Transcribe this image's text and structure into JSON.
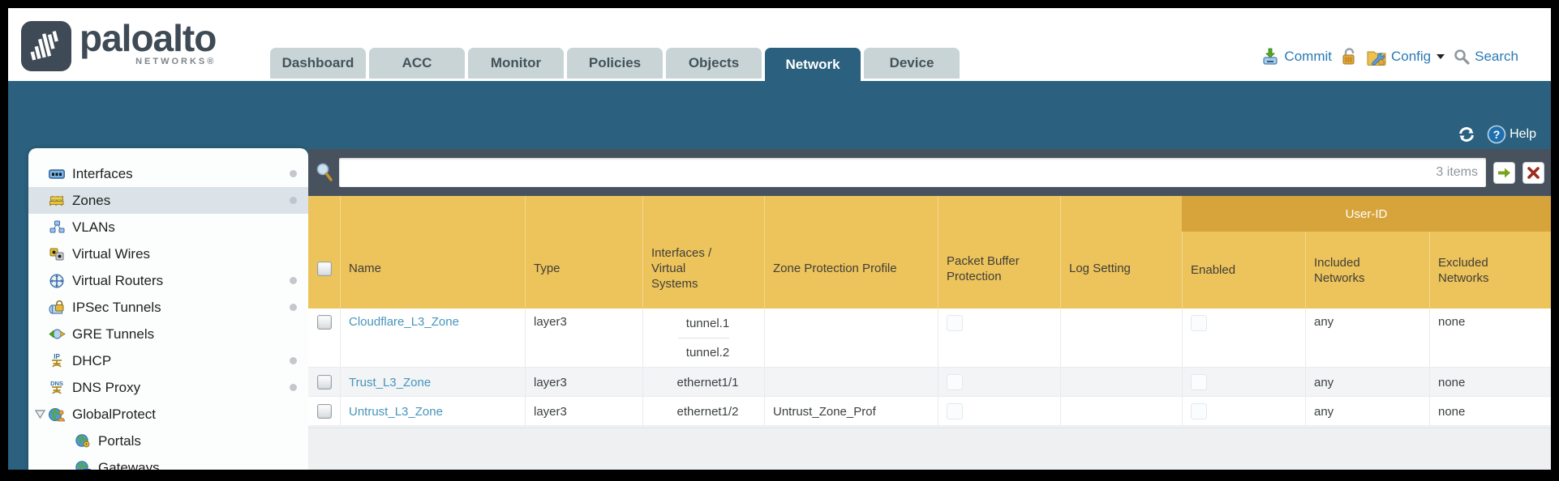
{
  "brand": {
    "name": "paloalto",
    "subname": "NETWORKS®"
  },
  "nav": {
    "tabs": [
      {
        "label": "Dashboard",
        "active": false
      },
      {
        "label": "ACC",
        "active": false
      },
      {
        "label": "Monitor",
        "active": false
      },
      {
        "label": "Policies",
        "active": false
      },
      {
        "label": "Objects",
        "active": false
      },
      {
        "label": "Network",
        "active": true
      },
      {
        "label": "Device",
        "active": false
      }
    ],
    "actions": {
      "commit_label": "Commit",
      "config_label": "Config",
      "search_label": "Search"
    }
  },
  "band": {
    "help_label": "Help"
  },
  "search_bar": {
    "value": "",
    "items_count": "3 items"
  },
  "sidebar": {
    "items": [
      {
        "label": "Interfaces",
        "icon": "interfaces-icon",
        "dot": true,
        "selected": false,
        "child": false,
        "expander": false
      },
      {
        "label": "Zones",
        "icon": "zones-icon",
        "dot": true,
        "selected": true,
        "child": false,
        "expander": false
      },
      {
        "label": "VLANs",
        "icon": "vlans-icon",
        "dot": false,
        "selected": false,
        "child": false,
        "expander": false
      },
      {
        "label": "Virtual Wires",
        "icon": "virtual-wires-icon",
        "dot": false,
        "selected": false,
        "child": false,
        "expander": false
      },
      {
        "label": "Virtual Routers",
        "icon": "virtual-routers-icon",
        "dot": true,
        "selected": false,
        "child": false,
        "expander": false
      },
      {
        "label": "IPSec Tunnels",
        "icon": "ipsec-tunnels-icon",
        "dot": true,
        "selected": false,
        "child": false,
        "expander": false
      },
      {
        "label": "GRE Tunnels",
        "icon": "gre-tunnels-icon",
        "dot": false,
        "selected": false,
        "child": false,
        "expander": false
      },
      {
        "label": "DHCP",
        "icon": "dhcp-icon",
        "dot": true,
        "selected": false,
        "child": false,
        "expander": false
      },
      {
        "label": "DNS Proxy",
        "icon": "dns-proxy-icon",
        "dot": true,
        "selected": false,
        "child": false,
        "expander": false
      },
      {
        "label": "GlobalProtect",
        "icon": "globalprotect-icon",
        "dot": false,
        "selected": false,
        "child": false,
        "expander": true
      },
      {
        "label": "Portals",
        "icon": "portals-icon",
        "dot": false,
        "selected": false,
        "child": true,
        "expander": false
      },
      {
        "label": "Gateways",
        "icon": "gateways-icon",
        "dot": false,
        "selected": false,
        "child": true,
        "expander": false
      }
    ]
  },
  "table": {
    "group_label": "User-ID",
    "columns": [
      "Name",
      "Type",
      "Interfaces / Virtual Systems",
      "Zone Protection Profile",
      "Packet Buffer Protection",
      "Log Setting",
      "Enabled",
      "Included Networks",
      "Excluded Networks"
    ],
    "rows": [
      {
        "name": "Cloudflare_L3_Zone",
        "type": "layer3",
        "interfaces": [
          "tunnel.1",
          "tunnel.2"
        ],
        "zone_protection_profile": "",
        "packet_buffer_protection": false,
        "log_setting": "",
        "user_id_enabled": false,
        "included_networks": "any",
        "excluded_networks": "none"
      },
      {
        "name": "Trust_L3_Zone",
        "type": "layer3",
        "interfaces": [
          "ethernet1/1"
        ],
        "zone_protection_profile": "",
        "packet_buffer_protection": false,
        "log_setting": "",
        "user_id_enabled": false,
        "included_networks": "any",
        "excluded_networks": "none"
      },
      {
        "name": "Untrust_L3_Zone",
        "type": "layer3",
        "interfaces": [
          "ethernet1/2"
        ],
        "zone_protection_profile": "Untrust_Zone_Prof",
        "packet_buffer_protection": false,
        "log_setting": "",
        "user_id_enabled": false,
        "included_networks": "any",
        "excluded_networks": "none"
      }
    ]
  },
  "colors": {
    "teal": "#2b617e",
    "header_amber": "#edc35c",
    "group_amber": "#d6a43a",
    "slate": "#47525e",
    "link_blue": "#4795bb",
    "action_blue": "#2a7ab5",
    "tab_inactive": "#c9d4d6",
    "row_alt": "#f2f4f6"
  }
}
